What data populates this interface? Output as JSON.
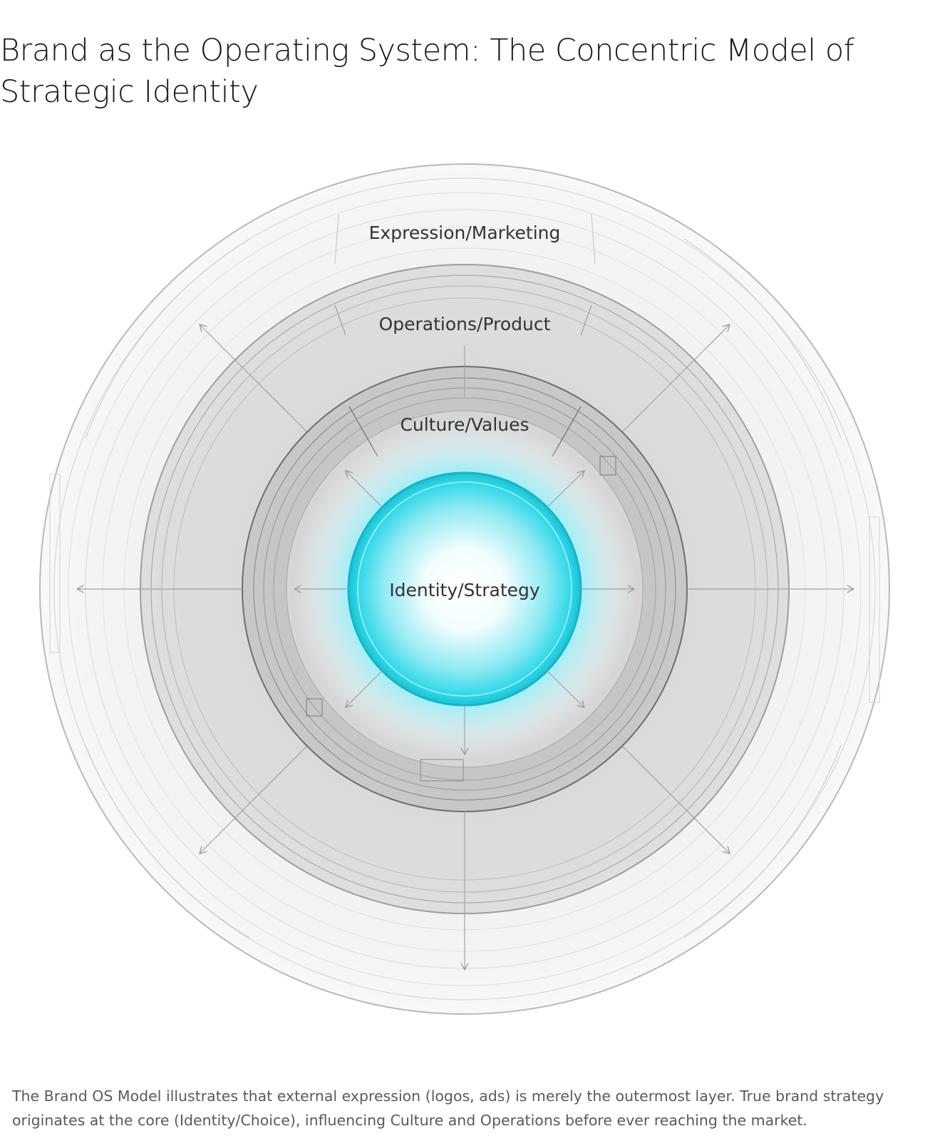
{
  "title": "Brand as the Operating System: The Concentric Model of Strategic Identity",
  "diagram": {
    "layers": [
      {
        "label": "Expression/Marketing"
      },
      {
        "label": "Operations/Product"
      },
      {
        "label": "Culture/Values"
      },
      {
        "label": "Identity/Strategy"
      }
    ],
    "colors": {
      "outer_fill": "#f4f4f4",
      "operations_fill": "#dcdcdc",
      "culture_fill": "#c4c4c4",
      "core_glow": "#28d6e6",
      "core_edge": "#17bfcf"
    }
  },
  "caption": "The Brand OS Model illustrates that external expression (logos, ads) is merely the outermost layer. True brand strategy originates at the core (Identity/Choice), influencing Culture and Operations before ever reaching the market."
}
